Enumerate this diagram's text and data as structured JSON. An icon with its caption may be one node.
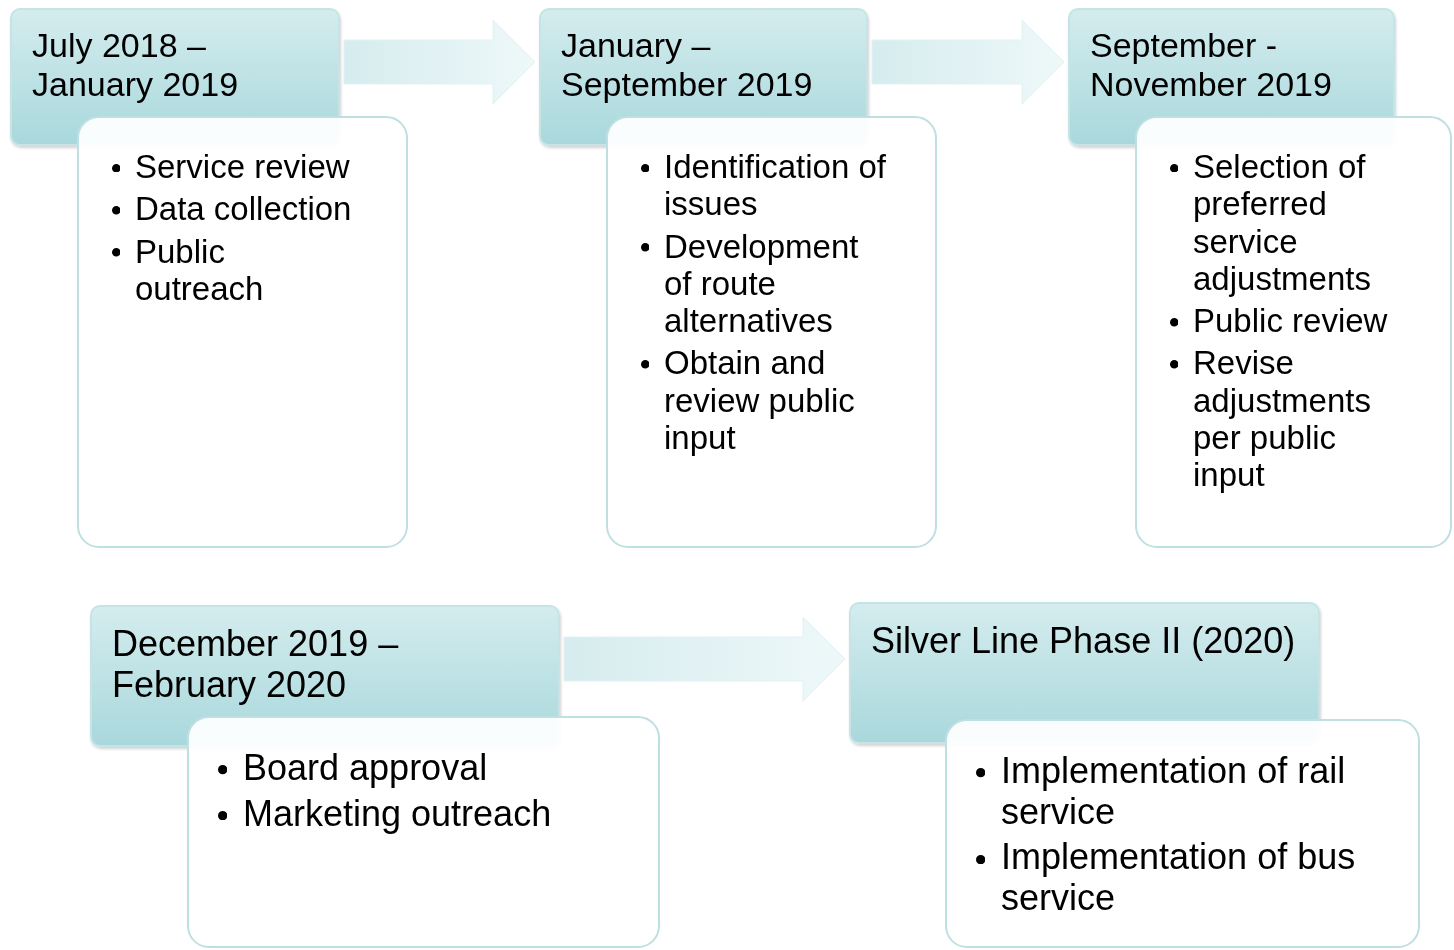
{
  "diagram": {
    "nodes": [
      {
        "text": [
          "July 2018 – January 2019"
        ]
      },
      {
        "text": [
          "Service review",
          "Data collection",
          "Public outreach"
        ]
      },
      {
        "text": [
          "January – September 2019"
        ]
      },
      {
        "text": [
          "Identification of issues",
          "Development of route alternatives",
          "Obtain and review public input"
        ]
      },
      {
        "text": [
          "September - November 2019"
        ]
      },
      {
        "text": [
          "Selection of preferred service adjustments",
          "Public review",
          "Revise adjustments per public input"
        ]
      },
      {
        "text": [
          "December 2019 – February 2020"
        ]
      },
      {
        "text": [
          "Board approval",
          "Marketing outreach"
        ]
      },
      {
        "text": [
          "Silver Line Phase II (2020)"
        ]
      },
      {
        "text": [
          "Implementation of rail service",
          "Implementation of bus service"
        ]
      }
    ],
    "edges": [
      {
        "from": 0,
        "to": 2,
        "arrow": "to"
      },
      {
        "from": 2,
        "to": 4,
        "arrow": "to"
      },
      {
        "from": 6,
        "to": 8,
        "arrow": "to"
      }
    ]
  }
}
